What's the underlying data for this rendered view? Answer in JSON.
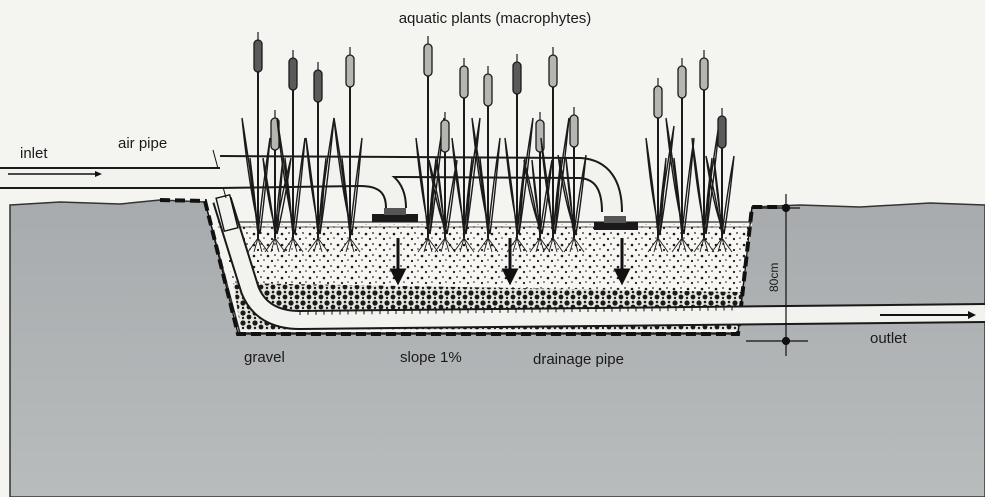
{
  "labels": {
    "title": "aquatic plants (macrophytes)",
    "inlet": "inlet",
    "air_pipe": "air pipe",
    "depth": "80cm",
    "outlet": "outlet",
    "gravel": "gravel",
    "slope": "slope 1%",
    "drainage_pipe": "drainage pipe"
  },
  "colors": {
    "ground": "#aeb2b4",
    "ground_dark": "#9ea3a6",
    "bed_fill": "#f7f6f2",
    "ink": "#1a1a1a",
    "pipe": "#f2f2ee"
  }
}
